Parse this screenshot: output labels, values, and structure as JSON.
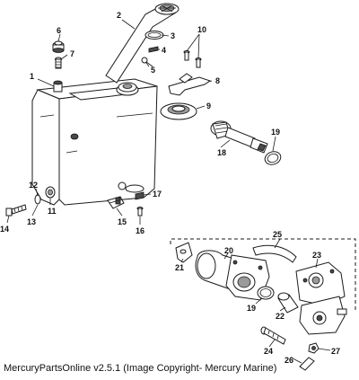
{
  "footer": "MercuryPartsOnline v2.5.1 (Image Copyright- Mercury Marine)",
  "callouts": {
    "c1": "1",
    "c2": "2",
    "c3": "3",
    "c4": "4",
    "c5": "5",
    "c6": "6",
    "c7": "7",
    "c8": "8",
    "c9": "9",
    "c10": "10",
    "c11": "11",
    "c12": "12",
    "c13": "13",
    "c14": "14",
    "c15": "15",
    "c16": "16",
    "c17": "17",
    "c18": "18",
    "c19a": "19",
    "c19b": "19",
    "c20": "20",
    "c21": "21",
    "c22": "22",
    "c23": "23",
    "c24": "24",
    "c25": "25",
    "c26": "26",
    "c27": "27"
  }
}
